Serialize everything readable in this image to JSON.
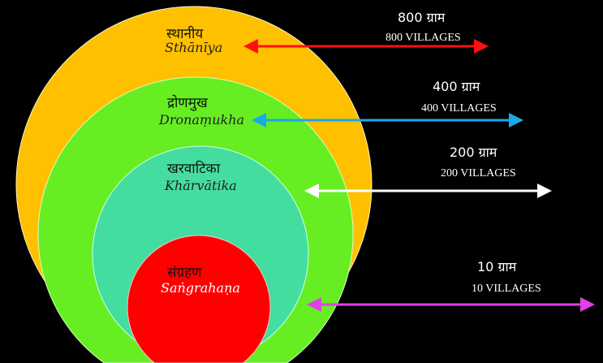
{
  "colors": {
    "background": "#000000",
    "sthaniya": "#FFC000",
    "dronamukha": "#66EE22",
    "kharvatika": "#44DDA0",
    "sangrahana": "#FF0000"
  },
  "levels": [
    {
      "hindi": "स्थानीय",
      "roman": "Sthānīya",
      "count_hindi": "800  ग्राम",
      "count_english": "800 VILLAGES",
      "arrow_color": "#FF1010"
    },
    {
      "hindi": "द्रोणमुख",
      "roman": "Dronaṃukha",
      "count_hindi": "400  ग्राम",
      "count_english": "400 VILLAGES",
      "arrow_color": "#1AA8E8"
    },
    {
      "hindi": "खरवाटिका",
      "roman": "Khārvātika",
      "count_hindi": "200  ग्राम",
      "count_english": "200 VILLAGES",
      "arrow_color": "#FFFFFF"
    },
    {
      "hindi": "संग्रहण",
      "roman": "Saṅgrahaṇa",
      "count_hindi": "10  ग्राम",
      "count_english": "10 VILLAGES",
      "arrow_color": "#E040E8"
    }
  ]
}
